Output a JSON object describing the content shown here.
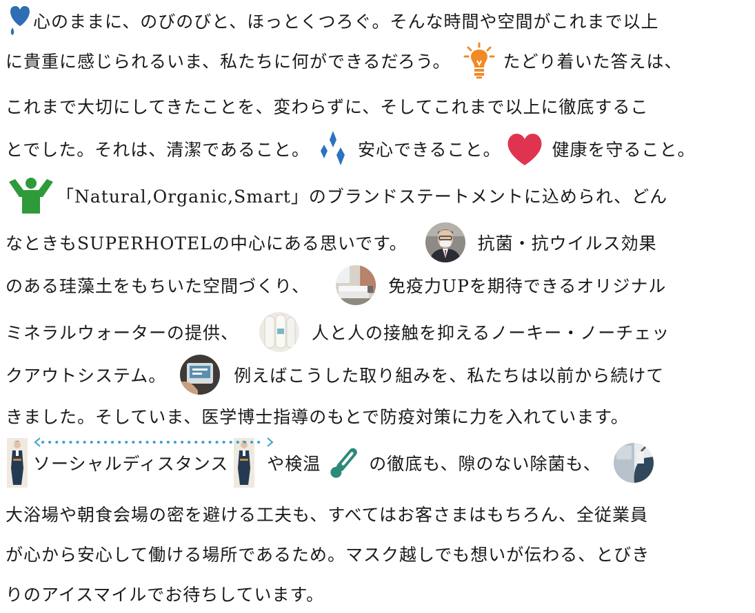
{
  "colors": {
    "blue": "#2f6db5",
    "orange": "#f08a24",
    "diamond": "#2a73c2",
    "heart": "#e0334f",
    "green": "#2e9a3a",
    "teal": "#2d8a78",
    "dots": "#3aa0c8"
  },
  "icons": [
    "water-drop-heart-icon",
    "lightbulb-icon",
    "sparkle-diamond-icon",
    "heart-icon",
    "person-cheering-icon",
    "staff-photo",
    "hotel-room-photo",
    "water-bottles-photo",
    "checkout-machine-photo",
    "staff-standing-icon",
    "thermometer-icon",
    "disinfection-photo"
  ],
  "lines": {
    "l1": "心のままに、のびのびと、ほっとくつろぐ。そんな時間や空間がこれまで以上",
    "l2a": "に貴重に感じられるいま、私たちに何ができるだろう。",
    "l2b": "たどり着いた答えは、",
    "l3": "これまで大切にしてきたことを、変わらずに、そしてこれまで以上に徹底するこ",
    "l4a": "とでした。それは、清潔であること。",
    "l4b": "安心できること。",
    "l4c": "健康を守ること。",
    "l5": "「Natural,Organic,Smart」のブランドステートメントに込められ、どん",
    "l6a": "なときもSUPERHOTELの中心にある思いです。",
    "l6b": "抗菌・抗ウイルス効果",
    "l7a": "のある珪藻土をもちいた空間づくり、",
    "l7b": "免疫力UPを期待できるオリジナル",
    "l8a": "ミネラルウォーターの提供、",
    "l8b": "人と人の接触を抑えるノーキー・ノーチェッ",
    "l9a": "クアウトシステム。",
    "l9b": "例えばこうした取り組みを、私たちは以前から続けて",
    "l10": "きました。そしていま、医学博士指導のもとで防疫対策に力を入れています。",
    "l11a": "ソーシャルディスタンス",
    "l11b": "や検温",
    "l11c": "の徹底も、隙のない除菌も、",
    "l12": "大浴場や朝食会場の密を避ける工夫も、すべてはお客さまはもちろん、全従業員",
    "l13": "が心から安心して働ける場所であるため。マスク越しでも想いが伝わる、とびき",
    "l14": "りのアイスマイルでお待ちしています。"
  }
}
